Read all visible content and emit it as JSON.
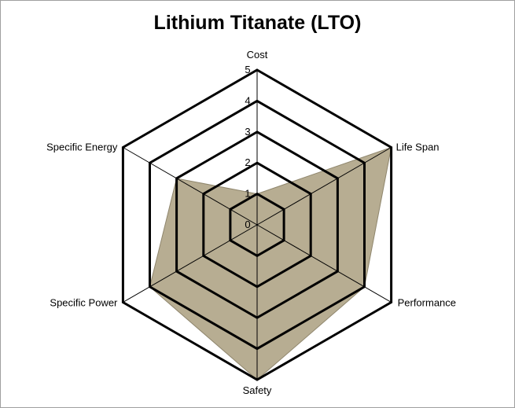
{
  "chart_data": {
    "type": "radar",
    "title": "Lithium Titanate (LTO)",
    "categories": [
      "Cost",
      "Life Span",
      "Performance",
      "Safety",
      "Specific Power",
      "Specific Energy"
    ],
    "series": [
      {
        "values": [
          1,
          5,
          4,
          5,
          4,
          3
        ]
      }
    ],
    "rlim": [
      0,
      5
    ],
    "ticks": [
      "0",
      "1",
      "2",
      "3",
      "4",
      "5"
    ],
    "grid": true,
    "legend": "none",
    "colors": {
      "fill": "#b7ad92",
      "fill_stroke": "#8f866d",
      "grid": "#000000",
      "tick_text": "#000000"
    }
  }
}
